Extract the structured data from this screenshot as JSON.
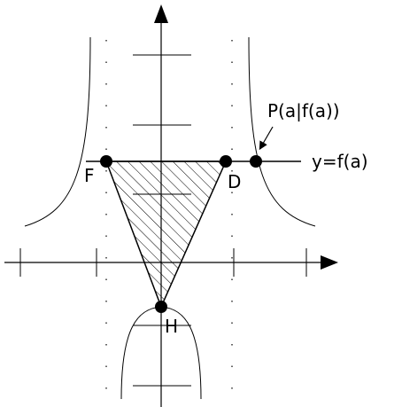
{
  "labels": {
    "point_p": "P(a|f(a))",
    "line_eq": "y=f(a)",
    "point_f": "F",
    "point_d": "D",
    "point_h": "H"
  },
  "colors": {
    "stroke": "#000000",
    "background": "#ffffff"
  }
}
